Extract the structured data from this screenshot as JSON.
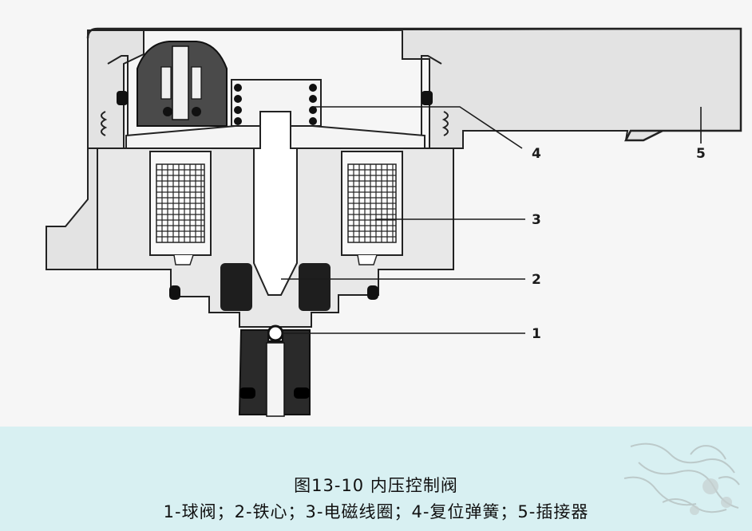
{
  "callouts": {
    "c1": "1",
    "c2": "2",
    "c3": "3",
    "c4": "4",
    "c5": "5"
  },
  "caption": {
    "title": "图13-10 内压控制阀",
    "legend": "1-球阀；2-铁心；3-电磁线圈；4-复位弹簧；5-插接器"
  },
  "colors": {
    "caption_background": "#d8f0f2",
    "diagram_background": "#f6f6f6",
    "body_fill": "#e6e6e6",
    "stroke": "#222222"
  }
}
